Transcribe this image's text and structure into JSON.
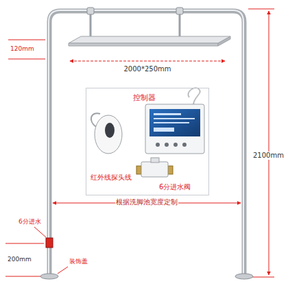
{
  "diagram": {
    "nodes": [
      {
        "text": [
          "控制器",
          "红外线探头线",
          "6分进水阀"
        ]
      }
    ],
    "labels": [
      "120mm",
      "2000*250mm",
      "2100mm",
      "根据洗脚池宽度定制",
      "6分进水",
      "200mm",
      "装饰盖"
    ]
  }
}
